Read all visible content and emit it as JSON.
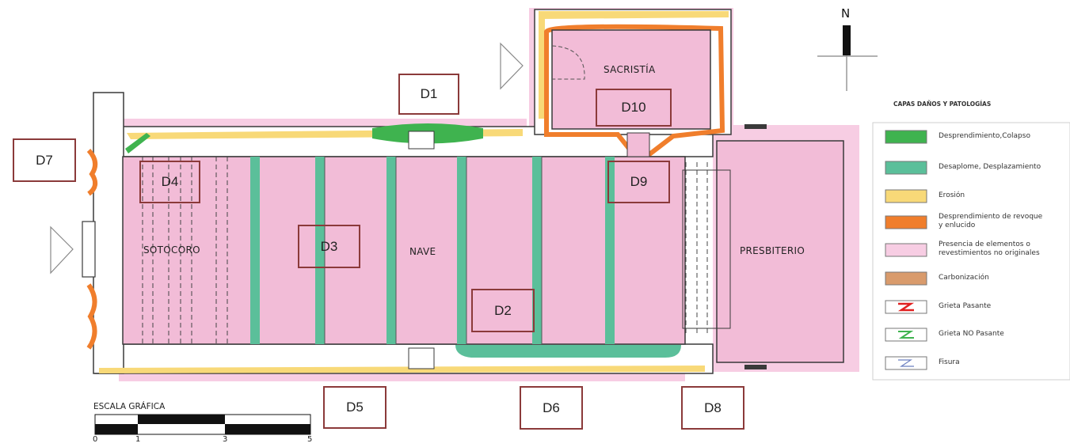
{
  "rooms": {
    "sacristia": "SACRISTÍA",
    "sotocoro": "SOTOCORO",
    "nave": "NAVE",
    "presbiterio": "PRESBITERIO"
  },
  "damage_tags": {
    "d1": "D1",
    "d2": "D2",
    "d3": "D3",
    "d4": "D4",
    "d5": "D5",
    "d6": "D6",
    "d7": "D7",
    "d8": "D8",
    "d9": "D9",
    "d10": "D10"
  },
  "north_label": "N",
  "legend": {
    "title": "CAPAS DAÑOS Y PATOLOGÍAS",
    "items": [
      {
        "label": "Desprendimiento,Colapso",
        "color": "#3fb34f",
        "icon": "solid-swatch"
      },
      {
        "label": "Desaplome, Desplazamiento",
        "color": "#5bbf9a",
        "icon": "solid-swatch"
      },
      {
        "label": "Erosión",
        "color": "#f8d978",
        "icon": "solid-swatch"
      },
      {
        "label": "Desprendimiento de revoque\ny enlucido",
        "color": "#f07e2c",
        "icon": "solid-swatch"
      },
      {
        "label": "Presencia de elementos o\nrevestimientos no originales",
        "color": "#f7cde3",
        "icon": "solid-swatch"
      },
      {
        "label": "Carbonización",
        "color": "#d99b6c",
        "icon": "solid-swatch"
      },
      {
        "label": "Grieta Pasante",
        "color": "#e02020",
        "icon": "crack-red-icon"
      },
      {
        "label": "Grieta NO Pasante",
        "color": "#3fb34f",
        "icon": "crack-green-icon"
      },
      {
        "label": "Fisura",
        "color": "#6b7fc0",
        "icon": "crack-blue-icon"
      }
    ]
  },
  "scale": {
    "title": "ESCALA GRÁFICA",
    "ticks": [
      "0",
      "1",
      "3",
      "5"
    ]
  },
  "colors": {
    "pink": "#f2bcd7",
    "wall": "#ffffff",
    "outline": "#3a3a3a",
    "tag_border": "#8b3a3a"
  }
}
